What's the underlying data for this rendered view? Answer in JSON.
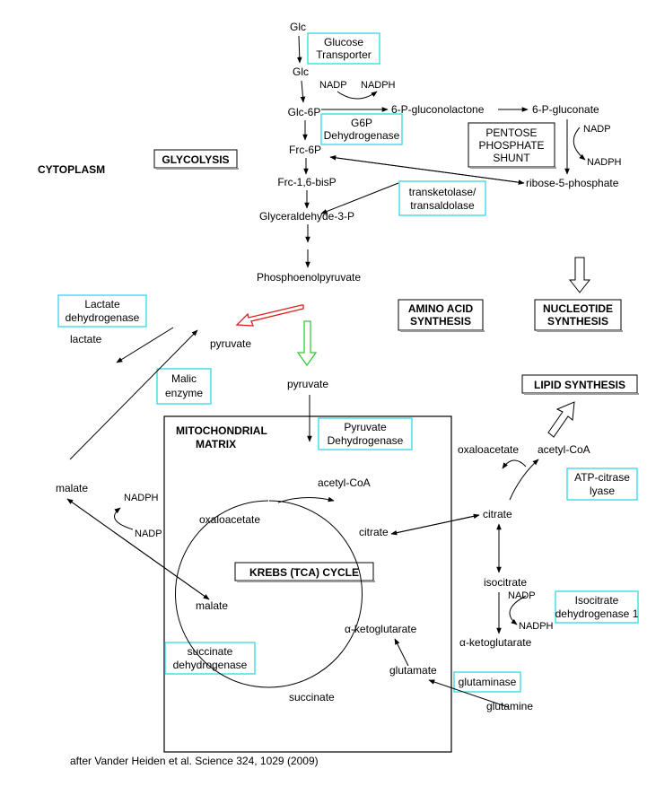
{
  "compartments": {
    "cytoplasm": "CYTOPLASM",
    "mitochondrial_matrix": [
      "MITOCHONDRIAL",
      "MATRIX"
    ]
  },
  "pathways": {
    "glycolysis": "GLYCOLYSIS",
    "pentose_phosphate_shunt": [
      "PENTOSE",
      "PHOSPHATE",
      "SHUNT"
    ],
    "amino_acid_synthesis": [
      "AMINO ACID",
      "SYNTHESIS"
    ],
    "nucleotide_synthesis": [
      "NUCLEOTIDE",
      "SYNTHESIS"
    ],
    "lipid_synthesis": "LIPID SYNTHESIS",
    "krebs_cycle": "KREBS (TCA) CYCLE"
  },
  "enzymes": {
    "glucose_transporter": [
      "Glucose",
      "Transporter"
    ],
    "g6p_dehydrogenase": [
      "G6P",
      "Dehydrogenase"
    ],
    "transketolase": [
      "transketolase/",
      "transaldolase"
    ],
    "lactate_dehydrogenase": [
      "Lactate",
      "dehydrogenase"
    ],
    "malic_enzyme": [
      "Malic",
      "enzyme"
    ],
    "pyruvate_dehydrogenase": [
      "Pyruvate",
      "Dehydrogenase"
    ],
    "atp_citrate_lyase": [
      "ATP-citrase",
      "lyase"
    ],
    "isocitrate_dehydrogenase": [
      "Isocitrate",
      "dehydrogenase 1"
    ],
    "succinate_dehydrogenase": [
      "succinate",
      "dehydrogenase"
    ],
    "glutaminase": "glutaminase"
  },
  "metabolites": {
    "glc_out": "Glc",
    "glc_in": "Glc",
    "glc6p": "Glc-6P",
    "frc6p": "Frc-6P",
    "frc16bisp": "Frc-1,6-bisP",
    "g3p": "Glyceraldehyde-3-P",
    "pep": "Phosphoenolpyruvate",
    "gluconolactone": "6-P-gluconolactone",
    "gluconate": "6-P-gluconate",
    "ribose5p": "ribose-5-phosphate",
    "pyruvate_cyto": "pyruvate",
    "lactate": "lactate",
    "malate_cyto": "malate",
    "pyruvate_mito": "pyruvate",
    "acetyl_coa_mito": "acetyl-CoA",
    "oxaloacetate_mito": "oxaloacetate",
    "citrate_mito": "citrate",
    "malate_mito": "malate",
    "akg_mito": "α-ketoglutarate",
    "succinate": "succinate",
    "glutamate": "glutamate",
    "glutamine": "glutamine",
    "oxaloacetate_cyto": "oxaloacetate",
    "acetyl_coa_cyto": "acetyl-CoA",
    "citrate_cyto": "citrate",
    "isocitrate": "isocitrate",
    "akg_cyto": "α-ketoglutarate"
  },
  "cofactors": {
    "nadp": "NADP",
    "nadph": "NADPH"
  },
  "citation": "after Vander Heiden et al. Science 324, 1029 (2009)",
  "colors": {
    "enzyme_box": "#33d6e8",
    "label_c": "#27c4d6",
    "label_o": "#e01c1c",
    "red_arrow": "#e01c1c",
    "green_arrow": "#38c838"
  }
}
